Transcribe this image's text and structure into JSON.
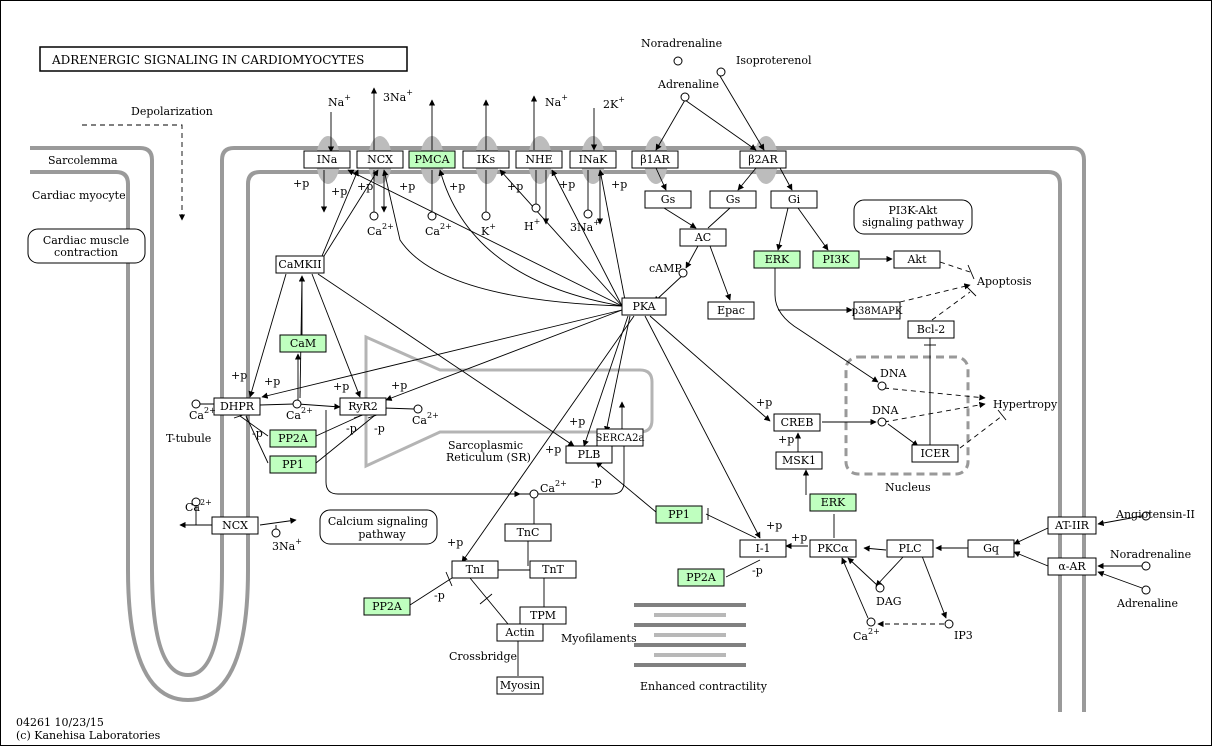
{
  "title": "ADRENERGIC SIGNALING IN CARDIOMYOCYTES",
  "footer": {
    "id_date": "04261 10/23/15",
    "copyright": "(c) Kanehisa Laboratories"
  },
  "labels": {
    "depolarization": "Depolarization",
    "sarcolemma": "Sarcolemma",
    "cardiac_myocyte": "Cardiac myocyte",
    "t_tubule": "T-tubule",
    "sr_line1": "Sarcoplasmic",
    "sr_line2": "Reticulum (SR)",
    "nucleus": "Nucleus",
    "crossbridge": "Crossbridge",
    "myofilaments": "Myofilaments",
    "enhanced_contractility": "Enhanced contractility",
    "apoptosis": "Apoptosis",
    "hypertropy": "Hypertropy"
  },
  "maps": {
    "cardiac_muscle_1": "Cardiac muscle",
    "cardiac_muscle_2": "contraction",
    "pi3k_1": "PI3K-Akt",
    "pi3k_2": "signaling pathway",
    "calcium_1": "Calcium signaling",
    "calcium_2": "pathway"
  },
  "genes": {
    "ina": "INa",
    "ncx_top": "NCX",
    "pmca": "PMCA",
    "iks": "IKs",
    "nhe": "NHE",
    "inak": "INaK",
    "b1ar": "β1AR",
    "b2ar": "β2AR",
    "gs1": "Gs",
    "gs2": "Gs",
    "gi": "Gi",
    "ac": "AC",
    "erk_top": "ERK",
    "pi3k": "PI3K",
    "akt": "Akt",
    "pka": "PKA",
    "epac": "Epac",
    "p38": "p38MAPK",
    "bcl2": "Bcl-2",
    "camkii": "CaMKII",
    "cam": "CaM",
    "dhpr": "DHPR",
    "ryr2": "RyR2",
    "pp2a_1": "PP2A",
    "pp1_1": "PP1",
    "plb": "PLB",
    "serca": "SERCA2a",
    "creb": "CREB",
    "msk1": "MSK1",
    "icer": "ICER",
    "erk_bottom": "ERK",
    "pp1_2": "PP1",
    "i1": "I-1",
    "pkca": "PKCα",
    "plc": "PLC",
    "gq": "Gq",
    "at_iir": "AT-IIR",
    "a_ar": "α-AR",
    "ncx_bottom": "NCX",
    "tnc": "TnC",
    "tni": "TnI",
    "tnt": "TnT",
    "pp2a_2": "PP2A",
    "pp2a_3": "PP2A",
    "tpm": "TPM",
    "actin": "Actin",
    "myosin": "Myosin"
  },
  "compounds": {
    "noradrenaline_top": "Noradrenaline",
    "isoproterenol": "Isoproterenol",
    "adrenaline_top": "Adrenaline",
    "camp": "cAMP",
    "dna1": "DNA",
    "dna2": "DNA",
    "dag": "DAG",
    "ip3": "IP3",
    "angiotensin": "Angiotensin-II",
    "noradrenaline_right": "Noradrenaline",
    "adrenaline_right": "Adrenaline"
  },
  "ions": {
    "na": "Na",
    "na3": "3Na",
    "ca": "Ca",
    "k": "K",
    "h": "H",
    "k2": "2K",
    "plus": "+",
    "two_plus": "2+"
  },
  "modifiers": {
    "p_plus": "+p",
    "p_minus": "-p"
  },
  "highlight_color": "#bfffbf",
  "membrane_color": "#9a9a9a"
}
